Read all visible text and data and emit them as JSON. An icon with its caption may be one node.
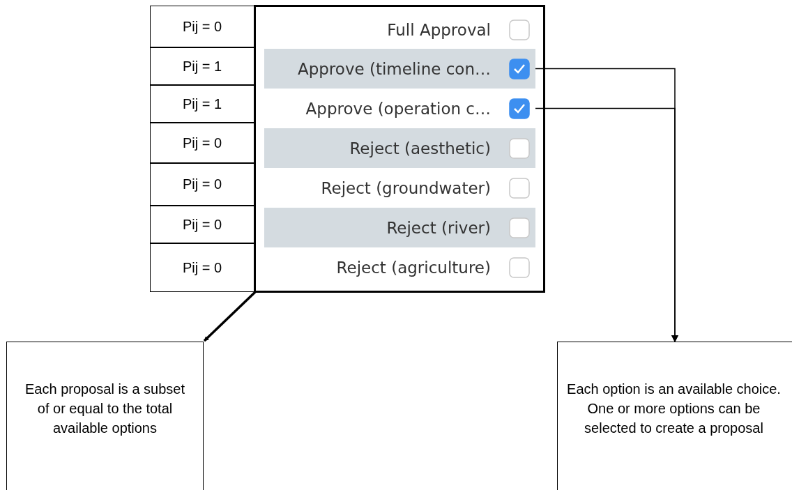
{
  "diagram": {
    "nodes": [
      {
        "text": [
          "Pij = 0"
        ]
      },
      {
        "text": [
          "Pij = 1"
        ]
      },
      {
        "text": [
          "Pij = 1"
        ]
      },
      {
        "text": [
          "Pij = 0"
        ]
      },
      {
        "text": [
          "Pij = 0"
        ]
      },
      {
        "text": [
          "Pij = 0"
        ]
      },
      {
        "text": [
          "Pij = 0"
        ]
      },
      {
        "text": [],
        "shape": "box"
      },
      {
        "text": [
          "Full Approval"
        ],
        "in": 7
      },
      {
        "text": [
          "Approve (timeline con…"
        ],
        "in": 7
      },
      {
        "text": [
          "Approve (operation c…"
        ],
        "in": 7
      },
      {
        "text": [
          "Reject (aesthetic)"
        ],
        "in": 7
      },
      {
        "text": [
          "Reject (groundwater)"
        ],
        "in": 7
      },
      {
        "text": [
          "Reject (river)"
        ],
        "in": 7
      },
      {
        "text": [
          "Reject (agriculture)"
        ],
        "in": 7
      },
      {
        "text": [
          "Each proposal is a subset of or equal to the total available options"
        ]
      },
      {
        "text": [
          "Each option is an available choice. One or more options can be selected to create a proposal"
        ]
      }
    ],
    "edges": [
      {
        "from": 7,
        "to": 15,
        "arrow": "to",
        "style": "thick"
      },
      {
        "from": 9,
        "to": 16,
        "arrow": "to"
      },
      {
        "from": 10,
        "to": 16,
        "arrow": "to"
      }
    ]
  }
}
